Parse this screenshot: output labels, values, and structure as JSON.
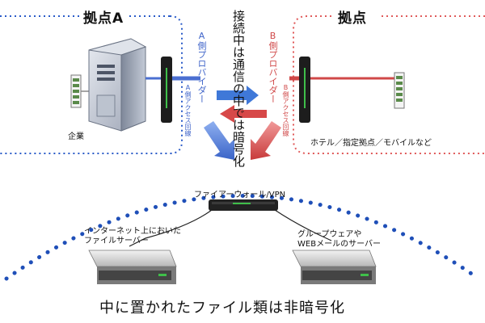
{
  "site_a": {
    "title": "拠点A",
    "company_label": "企業"
  },
  "site_b": {
    "title": "拠点",
    "location_label": "ホテル／指定拠点／モバイルなど"
  },
  "providers": {
    "a_provider": "A側プロバイダー",
    "a_line": "A側アクセス回線",
    "b_provider": "B側プロバイダー",
    "b_line": "B側アクセス回線"
  },
  "center_note": "接続中は通信の中では暗号化",
  "firewall_label": "ファイアーウォール/VPN",
  "file_server_label_1": "インターネット上においた",
  "file_server_label_2": "ファイルサーバー",
  "groupware_label_1": "グループウェアや",
  "groupware_label_2": "WEBメールのサーバー",
  "bottom_caption": "中に置かれたファイル類は非暗号化",
  "colors": {
    "blue": "#4a6fd1",
    "red": "#d04848",
    "dot_blue": "#1f4fb8",
    "dot_red": "#e05a5a"
  }
}
